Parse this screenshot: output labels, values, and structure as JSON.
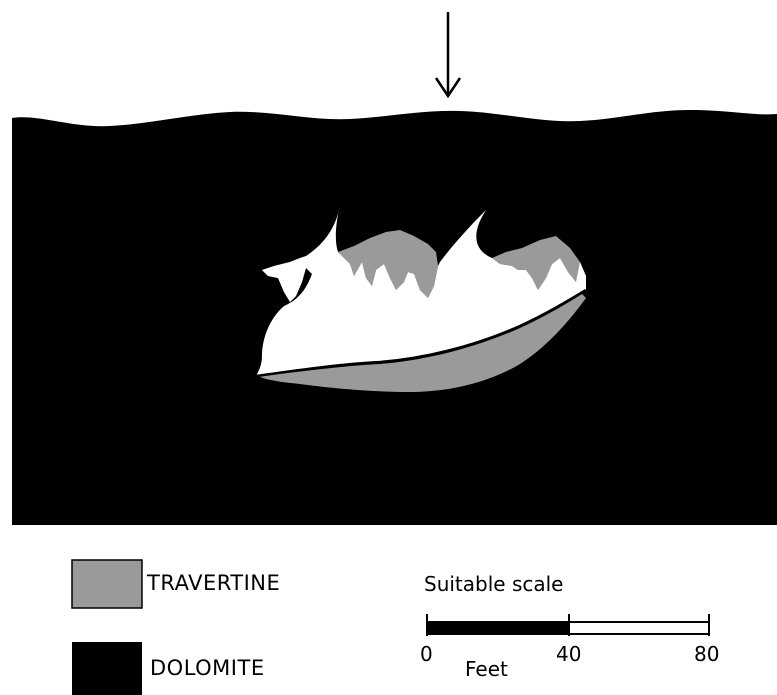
{
  "colors": {
    "dolomite": "#000000",
    "travertine": "#9a9a9a",
    "cave": "#ffffff"
  },
  "icons": {
    "arrow": "down-arrow-icon"
  },
  "legend": {
    "items": [
      {
        "key": "travertine",
        "label": "TRAVERTINE"
      },
      {
        "key": "dolomite",
        "label": "DOLOMITE"
      }
    ]
  },
  "scale_bar": {
    "title": "Suitable scale",
    "unit": "Feet",
    "ticks": [
      "0",
      "40",
      "80"
    ]
  }
}
